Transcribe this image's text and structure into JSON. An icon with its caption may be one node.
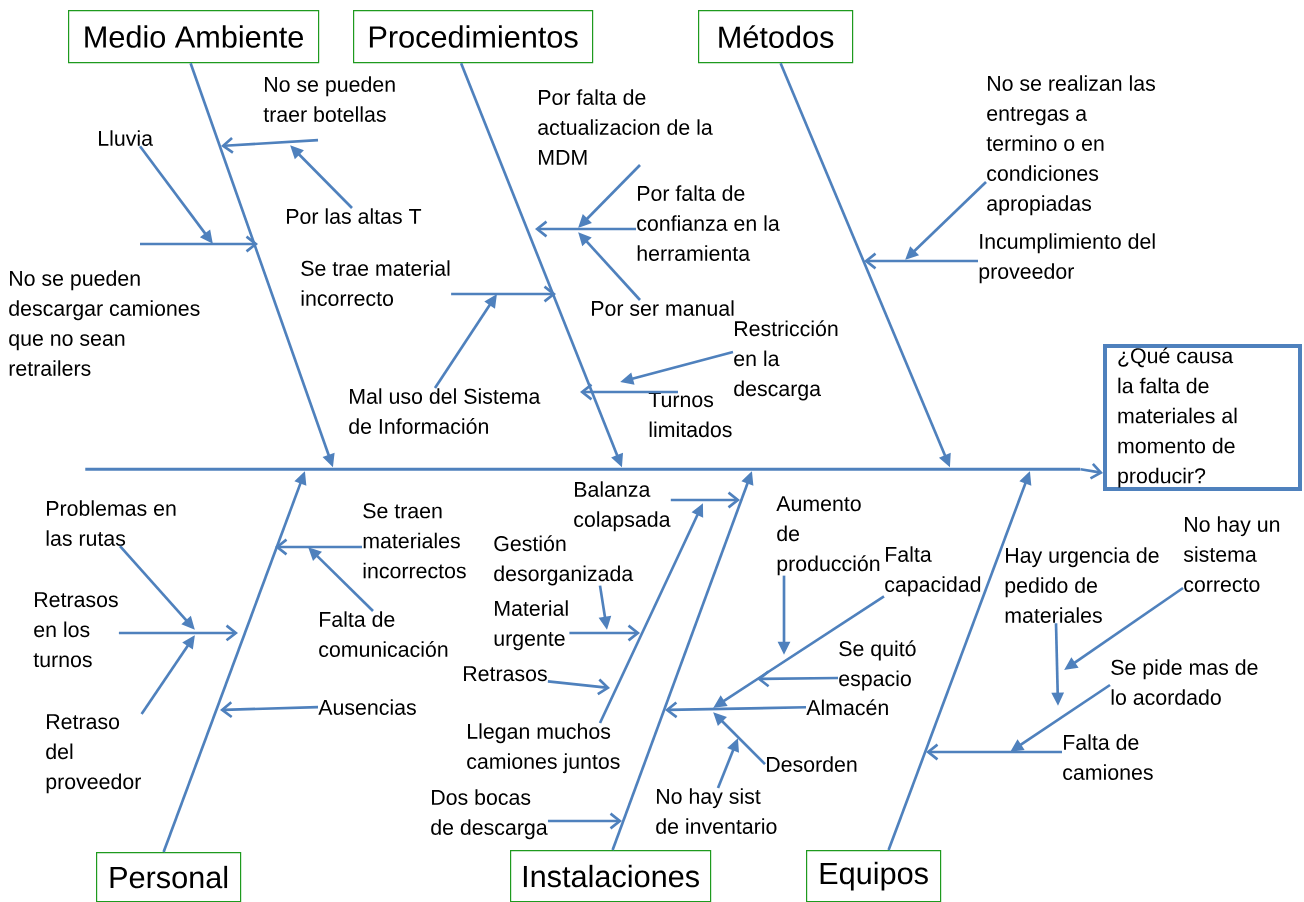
{
  "diagram": {
    "nodes": [
      {
        "text": [
          "Medio Ambiente"
        ]
      },
      {
        "text": [
          "Procedimientos"
        ]
      },
      {
        "text": [
          "Métodos"
        ]
      },
      {
        "text": [
          "Personal"
        ]
      },
      {
        "text": [
          "Instalaciones"
        ]
      },
      {
        "text": [
          "Equipos"
        ]
      },
      {
        "text": [
          "¿Qué causa la falta de materiales al momento de producir?"
        ]
      },
      {
        "text": [
          "No se pueden traer botellas"
        ]
      },
      {
        "text": [
          "Por las altas T"
        ]
      },
      {
        "text": [
          "Lluvia"
        ]
      },
      {
        "text": [
          "No se pueden descargar camiones que no sean retrailers"
        ]
      },
      {
        "text": [
          "Mal uso del Sistema de Información"
        ]
      },
      {
        "text": [
          "Se trae material incorrecto"
        ]
      },
      {
        "text": [
          "Por falta de actualizacion de la MDM"
        ]
      },
      {
        "text": [
          "Por falta de confianza en la herramienta"
        ]
      },
      {
        "text": [
          "Por ser manual"
        ]
      },
      {
        "text": [
          "Restricción en la descarga"
        ]
      },
      {
        "text": [
          "Turnos limitados"
        ]
      },
      {
        "text": [
          "No se realizan las entregas a termino o en condiciones apropiadas"
        ]
      },
      {
        "text": [
          "Incumplimiento del proveedor"
        ]
      },
      {
        "text": [
          "Problemas en las rutas"
        ]
      },
      {
        "text": [
          "Retrasos en los turnos"
        ]
      },
      {
        "text": [
          "Retraso del proveedor"
        ]
      },
      {
        "text": [
          "Se traen materiales incorrectos"
        ]
      },
      {
        "text": [
          "Falta de comunicación"
        ]
      },
      {
        "text": [
          "Ausencias"
        ]
      },
      {
        "text": [
          "Balanza colapsada"
        ]
      },
      {
        "text": [
          "Gestión desorganizada"
        ]
      },
      {
        "text": [
          "Material urgente"
        ]
      },
      {
        "text": [
          "Retrasos"
        ]
      },
      {
        "text": [
          "Llegan muchos camiones juntos"
        ]
      },
      {
        "text": [
          "Dos bocas de descarga"
        ]
      },
      {
        "text": [
          "Aumento de producción"
        ]
      },
      {
        "text": [
          "Falta capacidad"
        ]
      },
      {
        "text": [
          "Se quitó espacio"
        ]
      },
      {
        "text": [
          "Almacén"
        ]
      },
      {
        "text": [
          "Desorden"
        ]
      },
      {
        "text": [
          "No hay sist de inventario"
        ]
      },
      {
        "text": [
          "Hay urgencia de pedido de materiales"
        ]
      },
      {
        "text": [
          "No hay un sistema correcto"
        ]
      },
      {
        "text": [
          "Se pide mas de lo acordado"
        ]
      },
      {
        "text": [
          "Falta de camiones"
        ]
      },
      {
        "text": [],
        "shape": "bar"
      }
    ],
    "edges": [
      {
        "from": 0,
        "to": 42,
        "arrow": "to"
      },
      {
        "from": 1,
        "to": 42,
        "arrow": "to"
      },
      {
        "from": 2,
        "to": 42,
        "arrow": "to"
      },
      {
        "from": 3,
        "to": 42,
        "arrow": "to"
      },
      {
        "from": 4,
        "to": 42,
        "arrow": "to"
      },
      {
        "from": 5,
        "to": 42,
        "arrow": "to"
      },
      {
        "from": 42,
        "to": 6,
        "arrow": "to"
      },
      {
        "from": 7,
        "to": null,
        "arrow": "to"
      },
      {
        "from": 8,
        "to": 7,
        "arrow": "to"
      },
      {
        "from": 9,
        "to": 10,
        "arrow": "to"
      },
      {
        "from": 10,
        "to": null,
        "arrow": "to"
      },
      {
        "from": 11,
        "to": null,
        "arrow": "to"
      },
      {
        "from": 12,
        "to": null,
        "arrow": "to"
      },
      {
        "from": 13,
        "to": null,
        "arrow": "to"
      },
      {
        "from": 14,
        "to": null,
        "arrow": "to"
      },
      {
        "from": 15,
        "to": null,
        "arrow": "to"
      },
      {
        "from": 16,
        "to": 17,
        "arrow": "to"
      },
      {
        "from": 17,
        "to": null,
        "arrow": "to"
      },
      {
        "from": 18,
        "to": null,
        "arrow": "to"
      },
      {
        "from": 19,
        "to": null,
        "arrow": "to"
      },
      {
        "from": 20,
        "to": null,
        "arrow": "to"
      },
      {
        "from": 21,
        "to": null,
        "arrow": "to"
      },
      {
        "from": 22,
        "to": null,
        "arrow": "to"
      },
      {
        "from": 23,
        "to": null,
        "arrow": "to"
      },
      {
        "from": 24,
        "to": null,
        "arrow": "to"
      },
      {
        "from": 25,
        "to": null,
        "arrow": "to"
      },
      {
        "from": 26,
        "to": null,
        "arrow": "to"
      },
      {
        "from": 27,
        "to": null,
        "arrow": "to"
      },
      {
        "from": 28,
        "to": null,
        "arrow": "to"
      },
      {
        "from": 29,
        "to": null,
        "arrow": "to"
      },
      {
        "from": 30,
        "to": 26,
        "arrow": "to"
      },
      {
        "from": 31,
        "to": null,
        "arrow": "to"
      },
      {
        "from": 32,
        "to": null,
        "arrow": "to"
      },
      {
        "from": 33,
        "to": null,
        "arrow": "to"
      },
      {
        "from": 34,
        "to": null,
        "arrow": "to"
      },
      {
        "from": 35,
        "to": null,
        "arrow": "to"
      },
      {
        "from": 36,
        "to": null,
        "arrow": "to"
      },
      {
        "from": 37,
        "to": null,
        "arrow": "to"
      },
      {
        "from": 38,
        "to": null,
        "arrow": "to"
      },
      {
        "from": 39,
        "to": null,
        "arrow": "to"
      },
      {
        "from": 40,
        "to": null,
        "arrow": "to"
      },
      {
        "from": 41,
        "to": null,
        "arrow": "to"
      }
    ]
  }
}
